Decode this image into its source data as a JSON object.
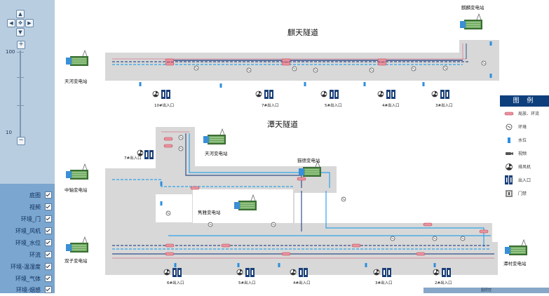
{
  "tunnels": {
    "north": {
      "title": "麒天隧道"
    },
    "south": {
      "title": "潭天隧道"
    }
  },
  "stations": {
    "qiling": "麒麟变电站",
    "tianhe_north": "天河变电站",
    "tianhe_south": "天河变电站",
    "maode": "猫德变电站",
    "zhongzhou": "中轴变电站",
    "fuya": "隽雅变电站",
    "shuangzi": "双子变电站",
    "tancun": "潭村变电站"
  },
  "exits": {
    "north": [
      "10#出入口",
      "7#出入口",
      "5#出入口",
      "4#出入口",
      "3#出入口"
    ],
    "south_top": "7#出入口",
    "south": [
      "6#出入口",
      "5#出入口",
      "4#出入口",
      "3#出入口",
      "2#出入口"
    ]
  },
  "zoom": {
    "max_label": "100",
    "min_label": "10",
    "plus": "+",
    "minus": "−"
  },
  "layers": [
    {
      "label": "底图",
      "checked": true
    },
    {
      "label": "视频",
      "checked": true
    },
    {
      "label": "环境_门",
      "checked": true
    },
    {
      "label": "环境_风机",
      "checked": true
    },
    {
      "label": "环境_水位",
      "checked": true
    },
    {
      "label": "环流",
      "checked": true
    },
    {
      "label": "环境-温湿度",
      "checked": true
    },
    {
      "label": "环境_气体",
      "checked": true
    },
    {
      "label": "环境-烟感",
      "checked": true
    }
  ],
  "legend": {
    "title": "图 例",
    "items": [
      {
        "label": "局放、环流",
        "icon": "partial-discharge-icon"
      },
      {
        "label": "环境",
        "icon": "environment-sensor-icon"
      },
      {
        "label": "水位",
        "icon": "water-level-icon"
      },
      {
        "label": "视频",
        "icon": "camera-icon"
      },
      {
        "label": "排风机",
        "icon": "exhaust-fan-icon"
      },
      {
        "label": "出入口",
        "icon": "exit-door-icon"
      },
      {
        "label": "门禁",
        "icon": "access-control-icon"
      }
    ]
  },
  "bottom_tab": {
    "label": "图层控"
  },
  "colors": {
    "tunnel_fill": "#d8d8d8",
    "cable_dark": "#33508a",
    "cable_light": "#2fa3e6",
    "cable_pink": "#d98fa0",
    "legend_header": "#0d3f7d",
    "left_panel": "#aec4d8",
    "layer_panel": "#7aa6cf"
  }
}
